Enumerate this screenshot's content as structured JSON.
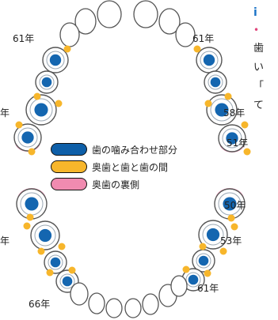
{
  "labels": {
    "upper_left_61": "61年",
    "upper_right_61": "61年",
    "upper_right_58": "58年",
    "upper_right_51": "51年",
    "upper_left_edge": "年",
    "lower_right_50": "50年",
    "lower_right_53": "53年",
    "lower_right_61": "61年",
    "lower_left_66": "66年",
    "lower_left_edge": "年"
  },
  "legend": [
    {
      "label": "歯の噛み合わせ部分",
      "color": "#0e5fa8"
    },
    {
      "label": "奥歯と歯と歯の間",
      "color": "#f7b62b"
    },
    {
      "label": "奥歯の裏側",
      "color": "#f08bb0"
    }
  ],
  "side_text": {
    "title_char": "i",
    "dot": "•",
    "line1": "歯",
    "line2": "い",
    "line3": "「",
    "line4": "て"
  },
  "colors": {
    "tooth_fill": "#ffffff",
    "tooth_outline": "#555555",
    "occlusal": "#1466b0",
    "interproximal": "#f7b62b",
    "lingual": "#f3a6c3"
  }
}
